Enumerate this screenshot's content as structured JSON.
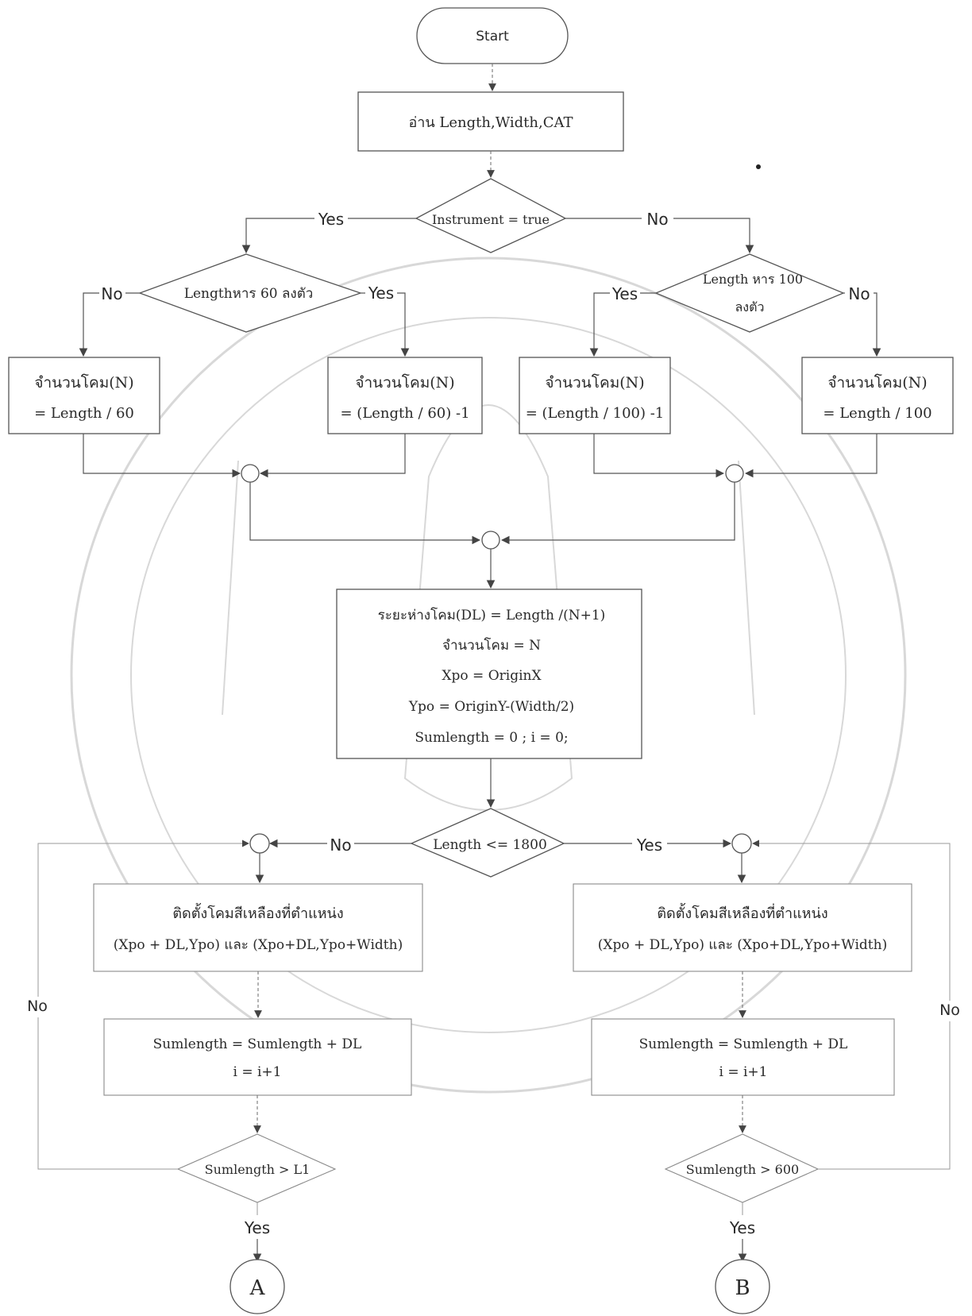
{
  "flowchart": {
    "start": "Start",
    "read": "อ่าน Length,Width,CAT",
    "decision_instrument": "Instrument = true",
    "decision_len60": "Lengthหาร 60 ลงตัว",
    "decision_len100_line1": "Length หาร 100",
    "decision_len100_line2": "ลงตัว",
    "yes": "Yes",
    "no": "No",
    "box1": {
      "line1": "จำนวนโคม(N)",
      "line2": "= Length / 60"
    },
    "box2": {
      "line1": "จำนวนโคม(N)",
      "line2": "= (Length / 60) -1"
    },
    "box3": {
      "line1": "จำนวนโคม(N)",
      "line2": "= (Length / 100) -1"
    },
    "box4": {
      "line1": "จำนวนโคม(N)",
      "line2": "= Length / 100"
    },
    "init": {
      "line1": "ระยะห่างโคม(DL) = Length /(N+1)",
      "line2": "จำนวนโคม = N",
      "line3": "Xpo = OriginX",
      "line4": "Ypo = OriginY-(Width/2)",
      "line5": "Sumlength = 0 ; i = 0;"
    },
    "decision_1800": "Length <= 1800",
    "install_left": {
      "line1": "ติดตั้งโคมสีเหลืองที่ตำแหน่ง",
      "line2": "(Xpo + DL,Ypo) และ (Xpo+DL,Ypo+Width)"
    },
    "install_right": {
      "line1": "ติดตั้งโคมสีเหลืองที่ตำแหน่ง",
      "line2": "(Xpo + DL,Ypo) และ (Xpo+DL,Ypo+Width)"
    },
    "sum_left": {
      "line1": "Sumlength = Sumlength + DL",
      "line2": "i = i+1"
    },
    "sum_right": {
      "line1": "Sumlength = Sumlength + DL",
      "line2": "i = i+1"
    },
    "decision_L1": "Sumlength > L1",
    "decision_600": "Sumlength > 600",
    "connector_a": "A",
    "connector_b": "B"
  }
}
